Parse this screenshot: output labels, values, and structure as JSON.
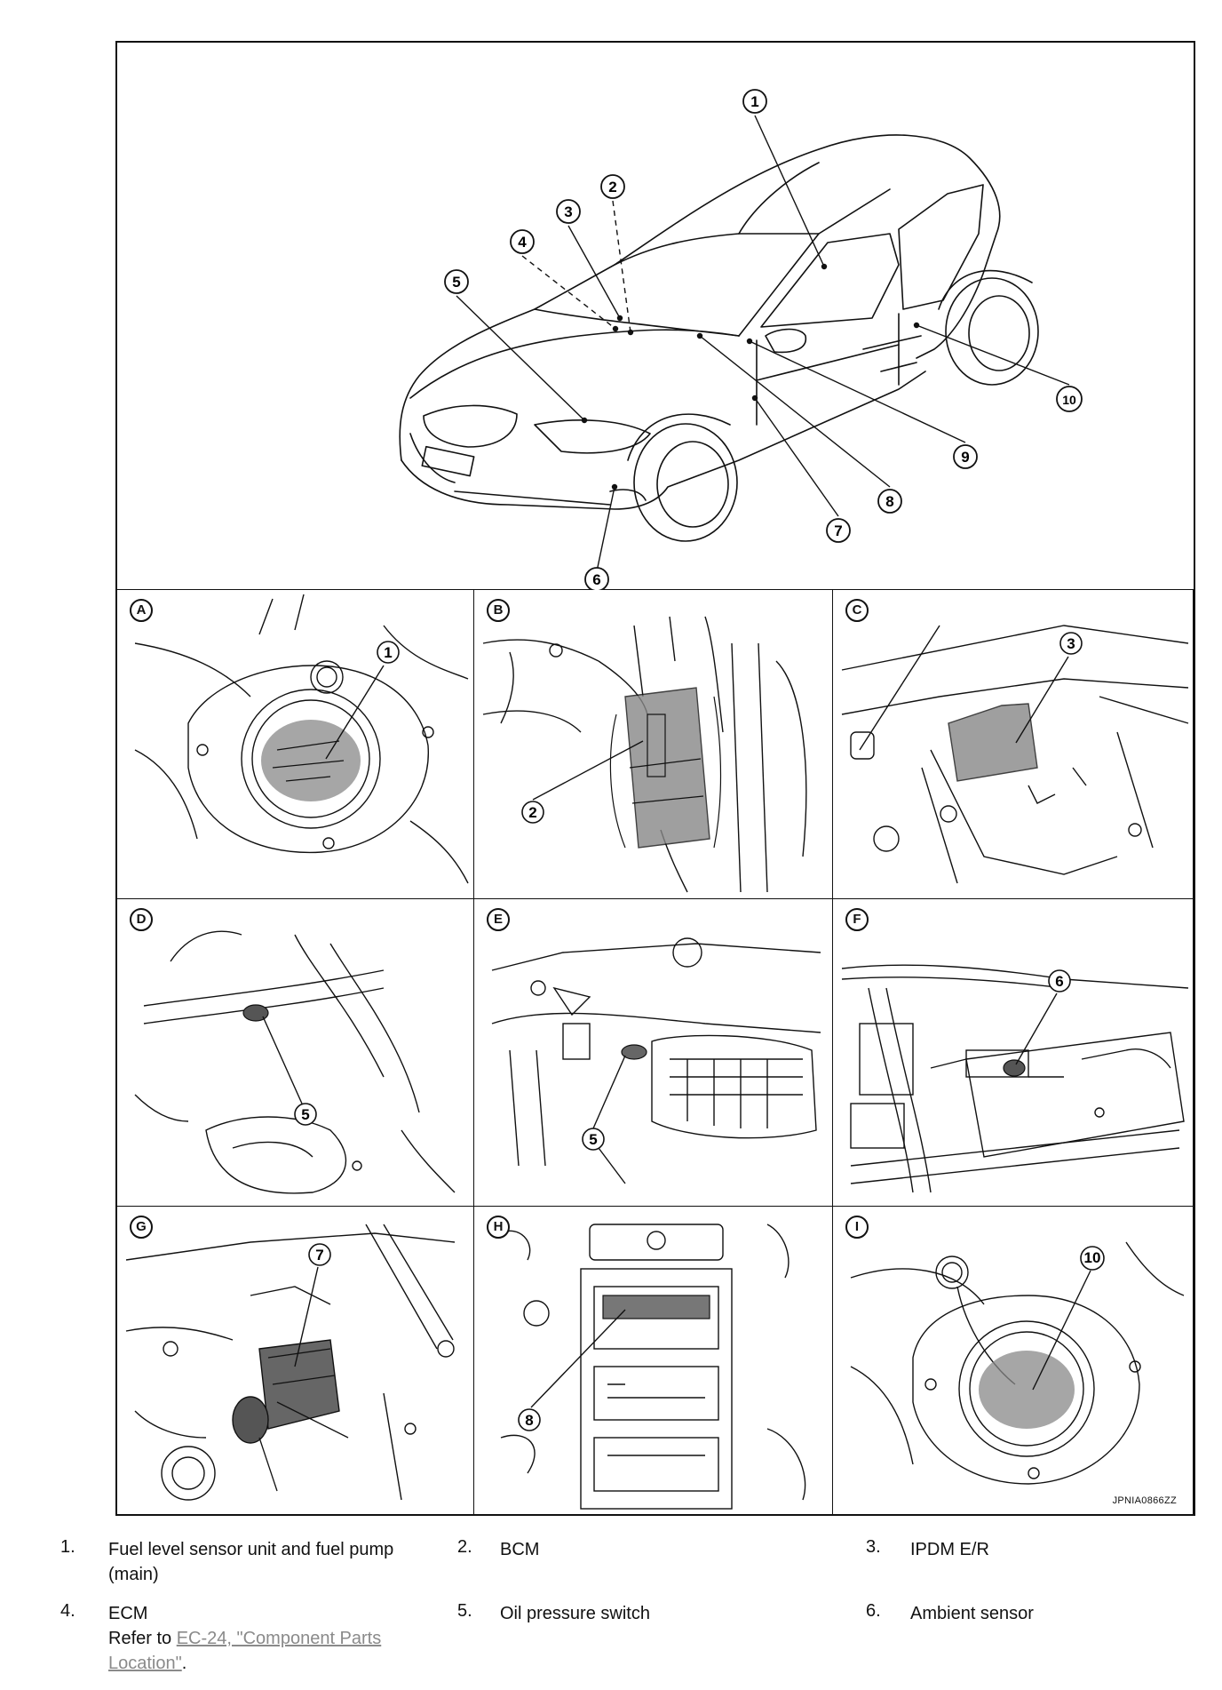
{
  "figure": {
    "code": "JPNIA0866ZZ",
    "overview_callouts": [
      "1",
      "2",
      "3",
      "4",
      "5",
      "6",
      "7",
      "8",
      "9",
      "10"
    ],
    "panels": [
      {
        "letter": "A",
        "callout": "1"
      },
      {
        "letter": "B",
        "callout": "2"
      },
      {
        "letter": "C",
        "callout": "3"
      },
      {
        "letter": "D",
        "callout": "5"
      },
      {
        "letter": "E",
        "callout": "5"
      },
      {
        "letter": "F",
        "callout": "6"
      },
      {
        "letter": "G",
        "callout": "7"
      },
      {
        "letter": "H",
        "callout": "8"
      },
      {
        "letter": "I",
        "callout": "10"
      }
    ]
  },
  "legend": [
    {
      "num": "1.",
      "text": "Fuel level sensor unit and fuel pump",
      "text2": "(main)"
    },
    {
      "num": "2.",
      "text": "BCM"
    },
    {
      "num": "3.",
      "text": "IPDM E/R"
    },
    {
      "num": "4.",
      "text": "ECM",
      "ref_prefix": "Refer to ",
      "ref_link": "EC-24, \"Component Parts",
      "ref_link2": "Location\"",
      "ref_suffix": "."
    },
    {
      "num": "5.",
      "text": "Oil pressure switch"
    },
    {
      "num": "6.",
      "text": "Ambient sensor"
    }
  ]
}
